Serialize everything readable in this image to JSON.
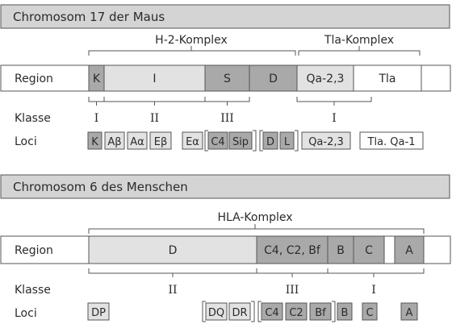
{
  "mouse": {
    "title": "Chromosom 17 der Maus",
    "region_label": "Region",
    "class_label": "Klasse",
    "loci_label": "Loci",
    "complexes": [
      "H-2-Komplex",
      "Tla-Komplex"
    ],
    "regions": [
      "K",
      "I",
      "S",
      "D",
      "Qa-2,3",
      "Tla"
    ],
    "classes": [
      "I",
      "II",
      "III",
      "I"
    ],
    "loci": [
      "K",
      "Aβ",
      "Aα",
      "Eβ",
      "Eα",
      "C4",
      "Sip",
      "D",
      "L",
      "Qa-2,3",
      "Tla. Qa-1"
    ]
  },
  "human": {
    "title": "Chromosom 6 des Menschen",
    "region_label": "Region",
    "class_label": "Klasse",
    "loci_label": "Loci",
    "complex": "HLA-Komplex",
    "regions": [
      "D",
      "C4, C2, Bf",
      "B",
      "C",
      "A"
    ],
    "classes": [
      "II",
      "III",
      "I"
    ],
    "loci": [
      "DP",
      "DQ",
      "DR",
      "C4",
      "C2",
      "Bf",
      "B",
      "C",
      "A"
    ]
  },
  "colors": {
    "header_fill": "#d4d4d4",
    "light_fill": "#e2e2e2",
    "dark_fill": "#a9a9a9",
    "line": "#555555"
  }
}
